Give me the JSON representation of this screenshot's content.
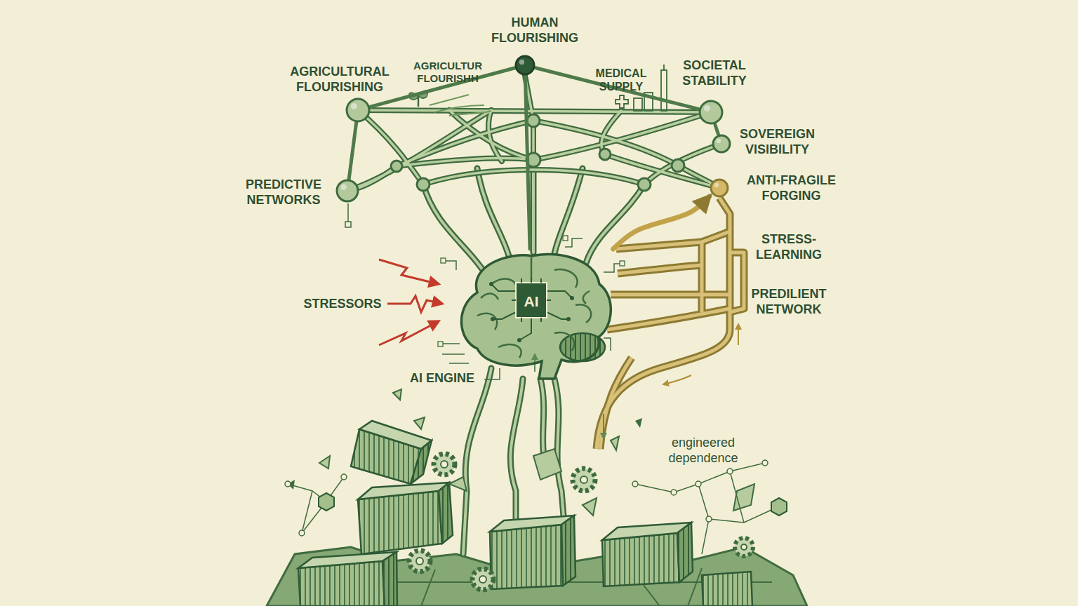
{
  "diagram": {
    "nodes": [
      {
        "text": [
          "HUMAN FLOURISHING"
        ]
      },
      {
        "text": [
          "AGRICULTURAL FLOURISHING"
        ]
      },
      {
        "text": [
          "SOCIETAL STABILITY"
        ]
      },
      {
        "text": [
          "SOVEREIGN VISIBILITY"
        ]
      },
      {
        "text": [
          "PREDICTIVE NETWORKS"
        ]
      },
      {
        "text": [
          "ANTI-FRAGILE FORGING"
        ]
      },
      {
        "text": [
          "AI",
          "AI ENGINE"
        ]
      }
    ],
    "edges": [
      {
        "from": 1,
        "to": 0,
        "arrow": "none"
      },
      {
        "from": 0,
        "to": 2,
        "arrow": "none"
      },
      {
        "from": 2,
        "to": 3,
        "arrow": "none"
      },
      {
        "from": 1,
        "to": 4,
        "arrow": "none"
      },
      {
        "from": 6,
        "to": 0,
        "arrow": "none"
      },
      {
        "from": 6,
        "to": 5,
        "arrow": "to"
      }
    ],
    "labels": [
      "AGRICULTUR FLOURISHH",
      "MEDICAL SUPPLY",
      "STRESSORS",
      "STRESS- LEARNING",
      "PREDILIENT NETWORK",
      "engineered dependence"
    ]
  }
}
